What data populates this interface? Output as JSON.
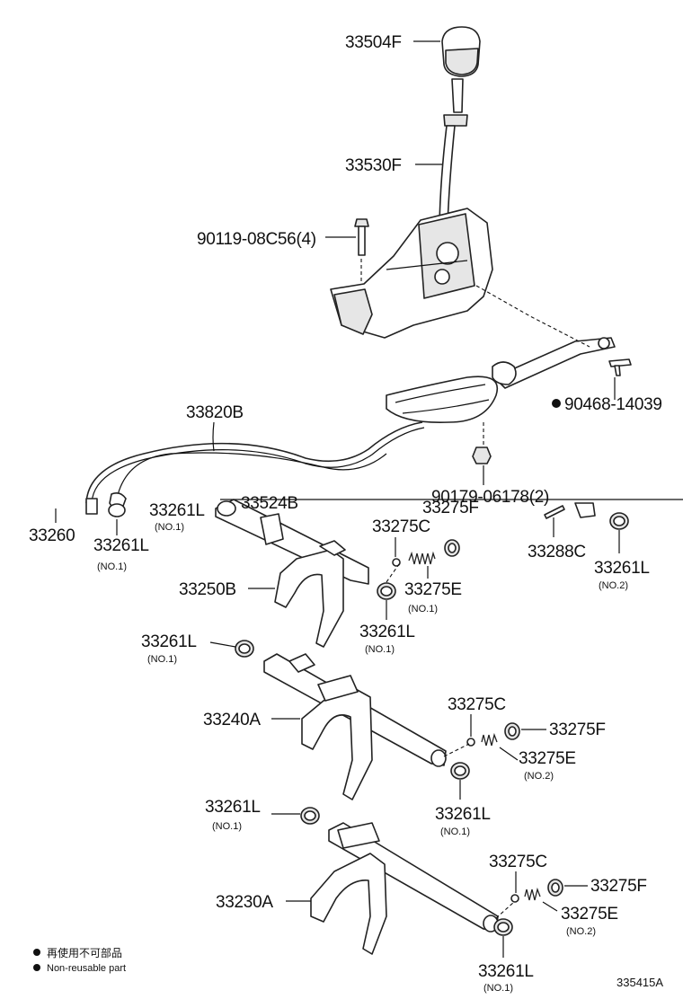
{
  "callouts": {
    "knob": "33504F",
    "lever": "33530F",
    "bolt": "90119-08C56(4)",
    "clip_nonreusable": "90468-14039",
    "cable": "33820B",
    "nut": "90179-06178(2)",
    "bracket": "33260",
    "bush_cable": "33261L",
    "bush_cable_note": "(NO.1)",
    "upper_bush": "33261L",
    "upper_bush_note": "(NO.1)",
    "upper_shaft": "33524B",
    "upper_spring_f": "33275F",
    "upper_ball": "33275C",
    "upper_spring_e": "33275E",
    "upper_spring_e_note": "(NO.1)",
    "pin": "33288C",
    "right_bush": "33261L",
    "right_bush_note": "(NO.2)",
    "fork_b": "33250B",
    "mid_bush": "33261L",
    "mid_bush_note": "(NO.1)",
    "left_bush_b": "33261L",
    "left_bush_b_note": "(NO.1)",
    "fork_a_240": "33240A",
    "ball_2": "33275C",
    "spring_f_2": "33275F",
    "spring_e_2": "33275E",
    "spring_e_2_note": "(NO.2)",
    "left_bush_c": "33261L",
    "left_bush_c_note": "(NO.1)",
    "bush_2": "33261L",
    "bush_2_note": "(NO.1)",
    "fork_a_230": "33230A",
    "ball_3": "33275C",
    "spring_f_3": "33275F",
    "spring_e_3": "33275E",
    "spring_e_3_note": "(NO.2)",
    "bush_3": "33261L",
    "bush_3_note": "(NO.1)"
  },
  "legend": {
    "line_jp": "再使用不可部品",
    "line_en": "Non-reusable part"
  },
  "figure_code": "335415A"
}
